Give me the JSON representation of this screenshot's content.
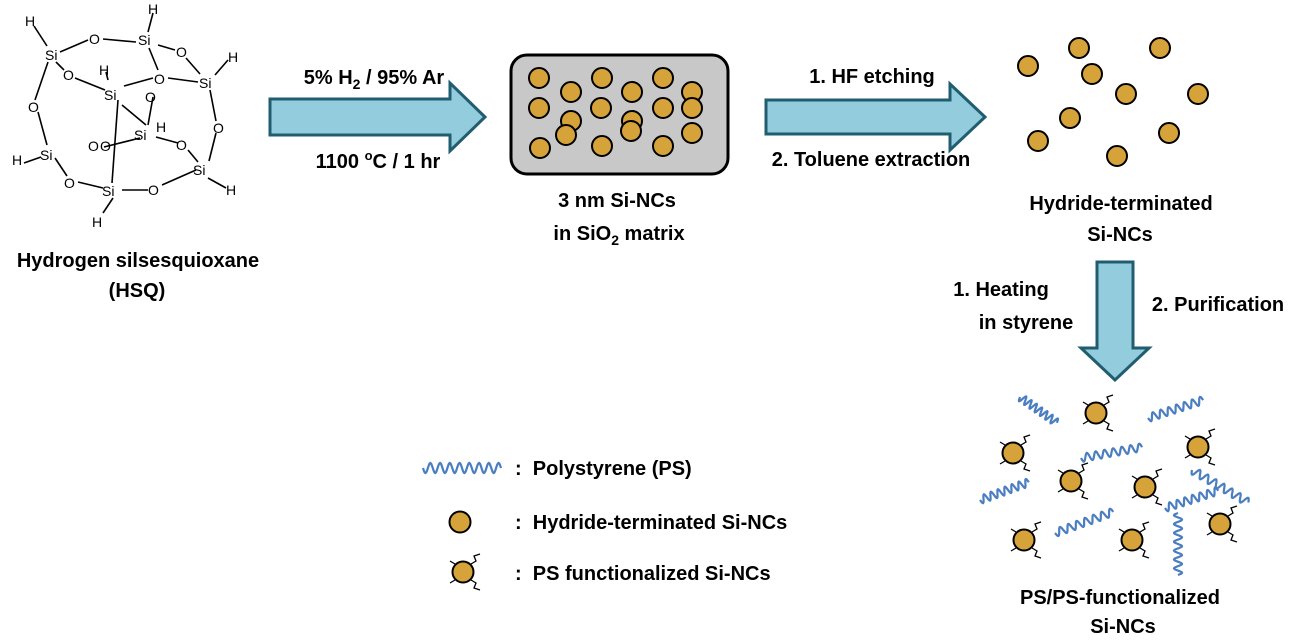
{
  "hsq": {
    "name": "Hydrogen silsesquioxane",
    "abbr": "(HSQ)",
    "atoms": {
      "si": "Si",
      "o": "O",
      "h": "H"
    }
  },
  "step1": {
    "line1_pre": "5% H",
    "line1_sub": "2",
    "line1_post": " / 95% Ar",
    "line2_pre": "1100 ",
    "line2_sup": "o",
    "line2_post": "C / 1 hr"
  },
  "matrix": {
    "line1": "3 nm Si-NCs",
    "line2_pre": "in SiO",
    "line2_sub": "2",
    "line2_post": " matrix"
  },
  "step2": {
    "line1": "1. HF etching",
    "line2": "2. Toluene extraction"
  },
  "hydride": {
    "line1": "Hydride-terminated",
    "line2": "Si-NCs"
  },
  "step3": {
    "line1": "1. Heating",
    "line2": "in styrene",
    "line3": "2. Purification"
  },
  "product": {
    "line1": "PS/PS-functionalized",
    "line2": "Si-NCs"
  },
  "legend": {
    "ps": ":  Polystyrene (PS)",
    "hydride": ":  Hydride-terminated Si-NCs",
    "functionalized": ":  PS functionalized Si-NCs"
  },
  "colors": {
    "nanocrystal": "#d6a23a",
    "arrow_fill": "#93cddd",
    "arrow_stroke": "#215d70",
    "polystyrene": "#4a7ec0",
    "matrix_fill": "#c8c8c8"
  }
}
